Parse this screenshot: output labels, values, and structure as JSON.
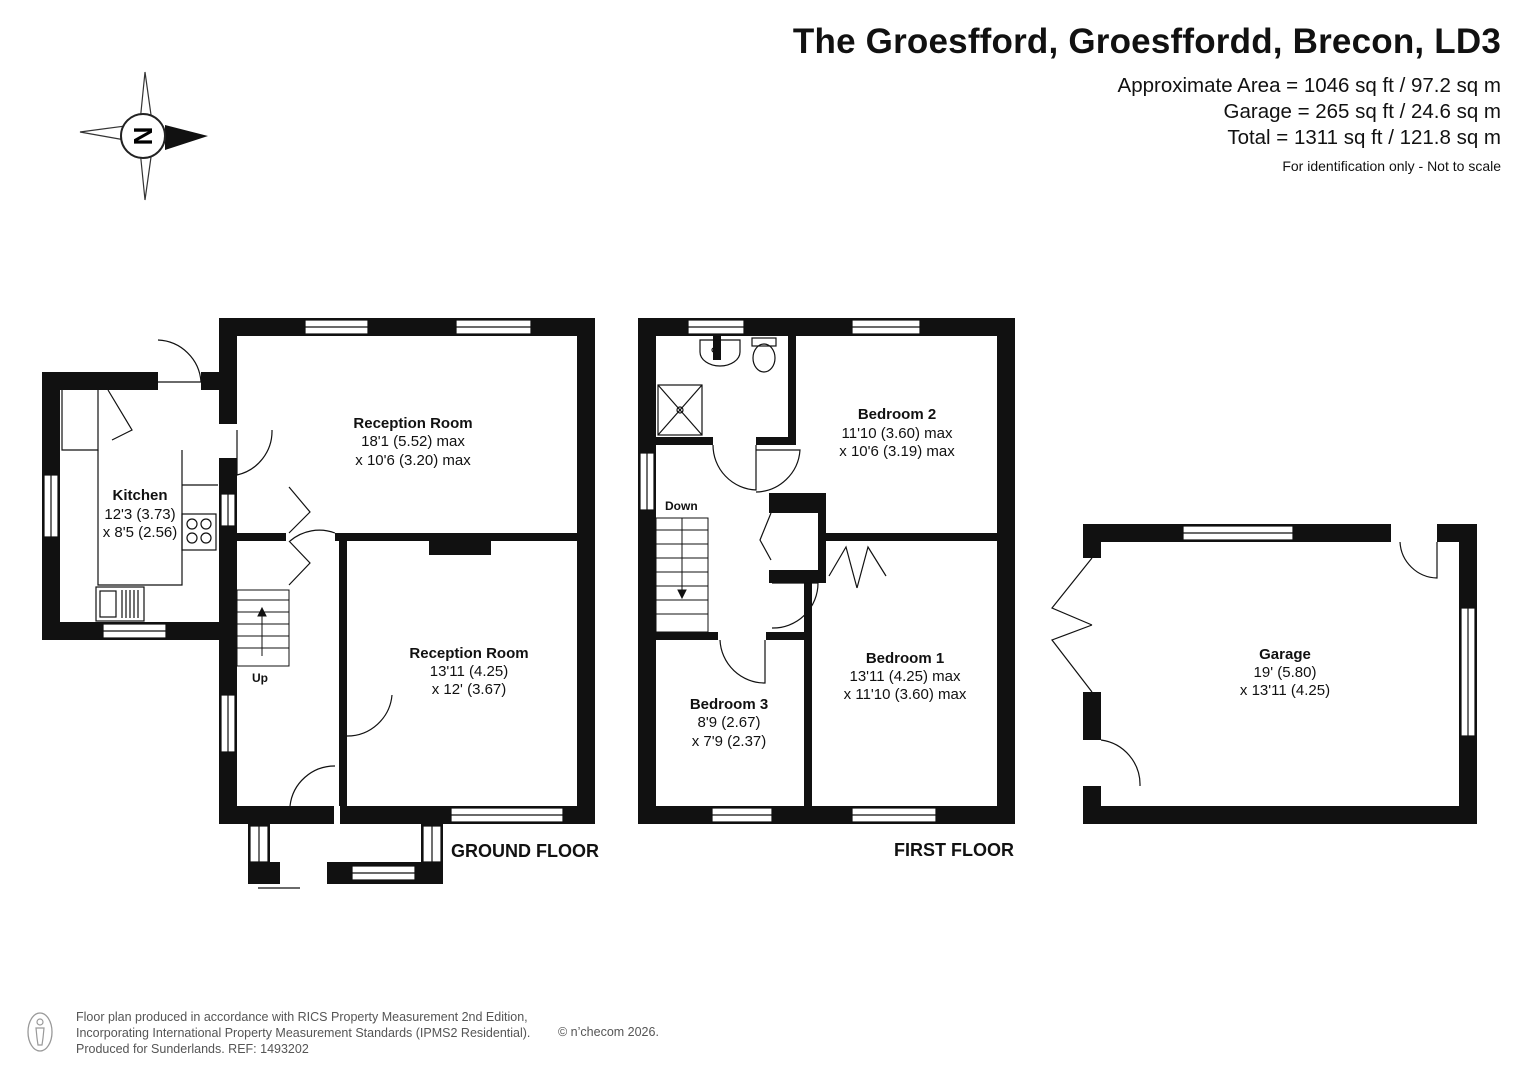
{
  "header": {
    "title": "The Groesfford, Groesffordd, Brecon, LD3",
    "area_lines": [
      "Approximate Area = 1046 sq ft / 97.2 sq m",
      "Garage = 265 sq ft / 24.6 sq m",
      "Total = 1311 sq ft / 121.8 sq m"
    ],
    "note": "For identification only - Not to scale"
  },
  "compass": {
    "letter": "N"
  },
  "rooms": {
    "kitchen": {
      "name": "Kitchen",
      "dim1": "12'3 (3.73)",
      "dim2": "x 8'5 (2.56)"
    },
    "reception1": {
      "name": "Reception Room",
      "dim1": "18'1 (5.52) max",
      "dim2": "x 10'6 (3.20) max"
    },
    "reception2": {
      "name": "Reception Room",
      "dim1": "13'11 (4.25)",
      "dim2": "x 12' (3.67)"
    },
    "bedroom2": {
      "name": "Bedroom 2",
      "dim1": "11'10 (3.60) max",
      "dim2": "x 10'6 (3.19) max"
    },
    "bedroom1": {
      "name": "Bedroom 1",
      "dim1": "13'11 (4.25) max",
      "dim2": "x 11'10 (3.60) max"
    },
    "bedroom3": {
      "name": "Bedroom 3",
      "dim1": "8'9 (2.67)",
      "dim2": "x 7'9 (2.37)"
    },
    "garage": {
      "name": "Garage",
      "dim1": "19' (5.80)",
      "dim2": "x 13'11 (4.25)"
    }
  },
  "labels": {
    "up": "Up",
    "down": "Down",
    "ground_floor": "GROUND FLOOR",
    "first_floor": "FIRST FLOOR"
  },
  "footer": {
    "lines": [
      "Floor plan produced in accordance with RICS Property Measurement 2nd Edition,",
      "Incorporating International Property Measurement Standards (IPMS2 Residential).",
      "Produced for Sunderlands.   REF: 1493202"
    ],
    "brand": "© n’checom 2026."
  }
}
